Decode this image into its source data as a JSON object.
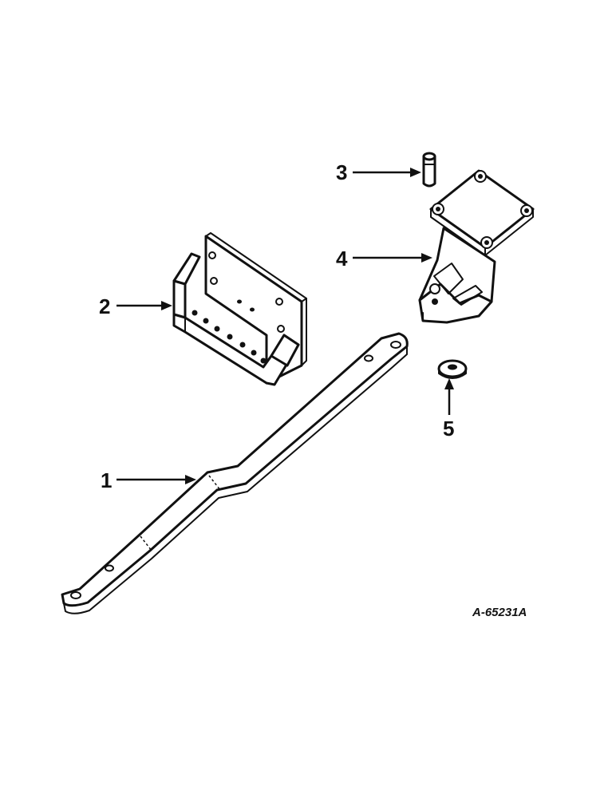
{
  "figure_ref": "A-65231A",
  "parts": [
    {
      "id": "drawbar",
      "callout": "1"
    },
    {
      "id": "bracket",
      "callout": "2"
    },
    {
      "id": "pin",
      "callout": "3"
    },
    {
      "id": "hitch-clevis",
      "callout": "4"
    },
    {
      "id": "washer",
      "callout": "5"
    }
  ]
}
